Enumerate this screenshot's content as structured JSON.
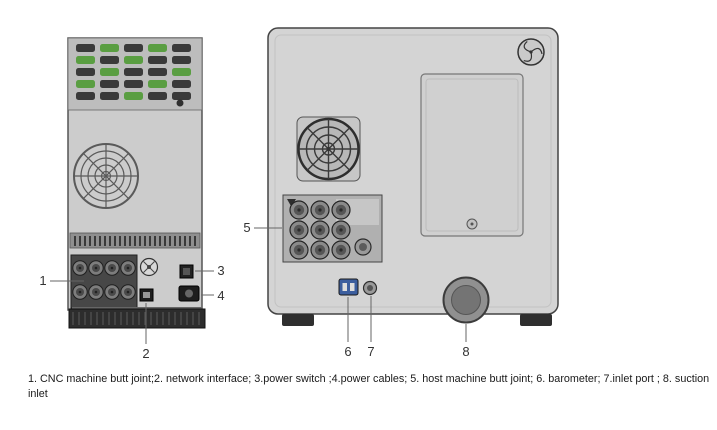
{
  "caption": {
    "text": "1. CNC machine butt joint;2. network interface; 3.power switch ;4.power cables; 5. host machine butt joint; 6. barometer; 7.inlet port ; 8. suction inlet"
  },
  "callouts": {
    "n1": "1",
    "n2": "2",
    "n3": "3",
    "n4": "4",
    "n5": "5",
    "n6": "6",
    "n7": "7",
    "n8": "8"
  },
  "colors": {
    "led_green": "#5a9e42",
    "barometer_blue": "#3c5e9e"
  }
}
